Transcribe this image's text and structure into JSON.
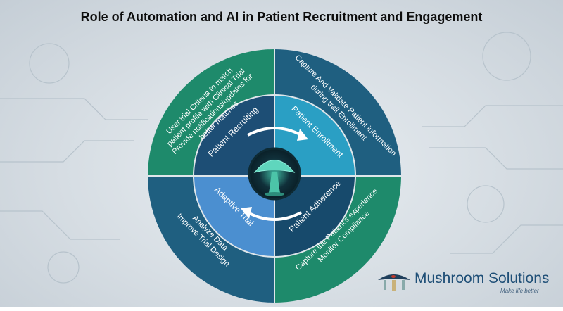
{
  "title": "Role of Automation and AI in Patient Recruitment and Engagement",
  "colors": {
    "outer_green": "#1e8a6b",
    "outer_navy": "#1f5f80",
    "inner_navy": "#1d4e75",
    "inner_cyan": "#2a9fc4",
    "inner_blue": "#4b8fd0",
    "inner_dark": "#174a6c"
  },
  "outer": {
    "top_left": [
      "User trial Criteria to match",
      "patient profile with Clinical Trial",
      "Provide notifications/updates for",
      "better matches"
    ],
    "top_right": [
      "Capture And Validate Patient information",
      "during trail Enrollment"
    ],
    "bottom_right": [
      "Capture the Patient's experience",
      "Monitor Compliance"
    ],
    "bottom_left": [
      "Analyze Data",
      "Improve Trial Design"
    ]
  },
  "inner": {
    "top_left": "Patient Recruiting",
    "top_right": "Patient Enrollment",
    "bottom_right": "Patient Adherence",
    "bottom_left": "Adaptive Trial"
  },
  "brand": {
    "name": "Mushroom Solutions",
    "tagline": "Make life better",
    "logo_icon": "mushroom-icon"
  },
  "center_icon": "mushroom-icon"
}
